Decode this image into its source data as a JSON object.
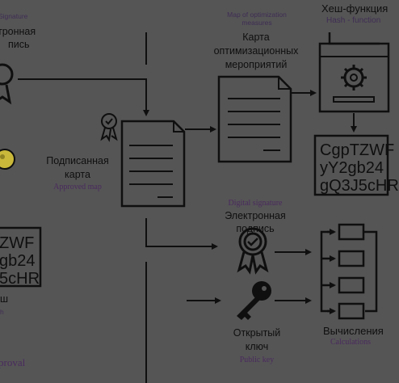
{
  "left": {
    "signature_label": "Signature",
    "signature_ru_lines": [
      "тронная",
      "пись"
    ],
    "hash_lines": [
      "ZWF",
      "gb24",
      "5cHR"
    ],
    "hash_caption": "ш",
    "hash_caption_en": "h",
    "approval": "proval"
  },
  "map_of_measures": {
    "title_en": "Map of optimization measures",
    "title_ru": "Карта оптимизационных мероприятий"
  },
  "signed_map": {
    "ru": "Подписанная карта",
    "en": "Approved map"
  },
  "hash_function": {
    "ru": "Хеш-функция",
    "en": "Hash - function"
  },
  "hash_value": {
    "lines": [
      "CgpTZWF",
      "yY2gb24",
      "gQ3J5cHR"
    ]
  },
  "digital_signature": {
    "en": "Digital signature",
    "ru": "Электронная подпись"
  },
  "public_key": {
    "ru": "Открытый ключ",
    "en": "Public key"
  },
  "calculations": {
    "ru": "Вычисления",
    "en": "Calculations"
  },
  "colors": {
    "background": "#555555",
    "stroke": "#0f0f0f",
    "caption": "#4a2a5e",
    "coin": "#c9b83a"
  }
}
